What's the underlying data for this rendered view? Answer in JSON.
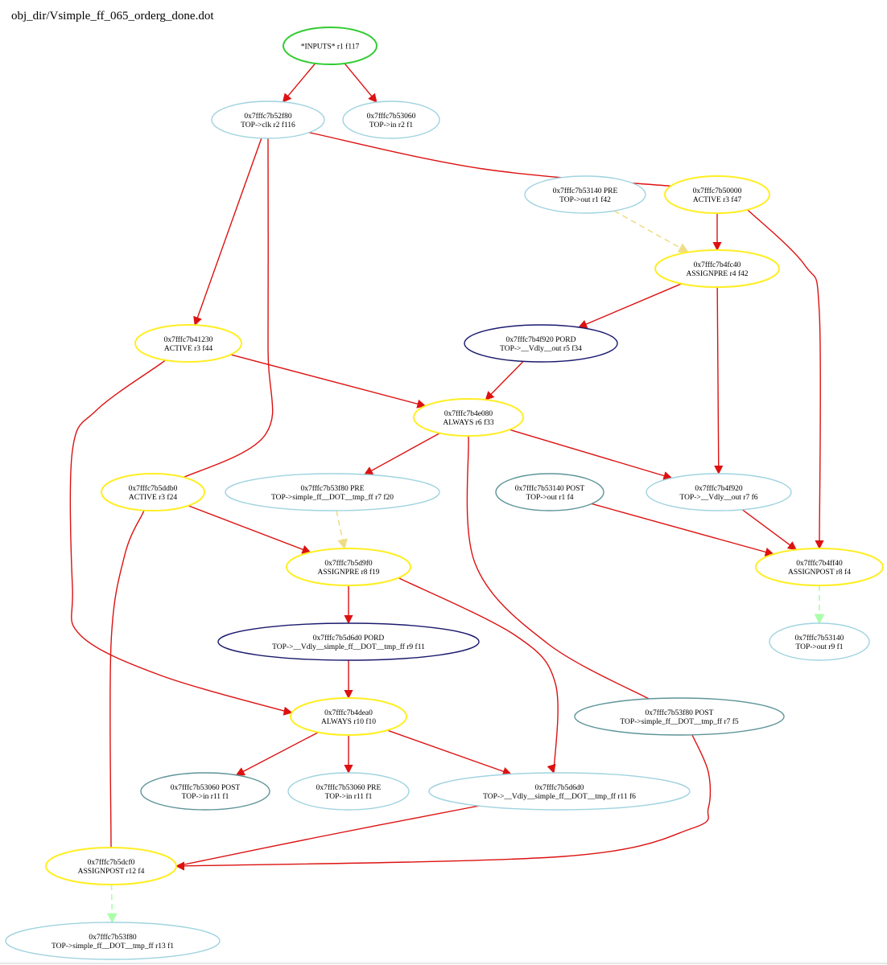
{
  "title": "obj_dir/Vsimple_ff_065_orderg_done.dot",
  "colors": {
    "green": "#33cc33",
    "yellow": "#ffee22",
    "lightblue": "#9fd3e0",
    "navy": "#1a1a6e",
    "teal": "#5d9499",
    "red": "#dd1111",
    "dashed_yellow": "#eedd88",
    "dashed_green": "#aaffaa"
  },
  "nodes": [
    {
      "id": "inputs",
      "color": "green",
      "lines": [
        "*INPUTS* r1 f117"
      ]
    },
    {
      "id": "clk",
      "color": "lightblue",
      "lines": [
        "0x7fffc7b52f80",
        "TOP->clk r2 f116"
      ]
    },
    {
      "id": "in",
      "color": "lightblue",
      "lines": [
        "0x7fffc7b53060",
        "TOP->in r2 f1"
      ]
    },
    {
      "id": "out_pre",
      "color": "lightblue",
      "lines": [
        "0x7fffc7b53140 PRE",
        "TOP->out r1 f42"
      ]
    },
    {
      "id": "active47",
      "color": "yellow",
      "lines": [
        "0x7fffc7b50000",
        "ACTIVE r3 f47"
      ]
    },
    {
      "id": "assignpre42",
      "color": "yellow",
      "lines": [
        "0x7fffc7b4fc40",
        "ASSIGNPRE r4 f42"
      ]
    },
    {
      "id": "active44",
      "color": "yellow",
      "lines": [
        "0x7fffc7b41230",
        "ACTIVE r3 f44"
      ]
    },
    {
      "id": "pord_vdly_out",
      "color": "navy",
      "lines": [
        "0x7fffc7b4f920 PORD",
        "TOP->__Vdly__out r5 f34"
      ]
    },
    {
      "id": "always33",
      "color": "yellow",
      "lines": [
        "0x7fffc7b4e080",
        "ALWAYS r6 f33"
      ]
    },
    {
      "id": "active24",
      "color": "yellow",
      "lines": [
        "0x7fffc7b5ddb0",
        "ACTIVE r3 f24"
      ]
    },
    {
      "id": "tmp_pre",
      "color": "lightblue",
      "lines": [
        "0x7fffc7b53f80 PRE",
        "TOP->simple_ff__DOT__tmp_ff r7 f20"
      ]
    },
    {
      "id": "out_post",
      "color": "teal",
      "lines": [
        "0x7fffc7b53140 POST",
        "TOP->out r1 f4"
      ]
    },
    {
      "id": "vdly_out",
      "color": "lightblue",
      "lines": [
        "0x7fffc7b4f920",
        "TOP->__Vdly__out r7 f6"
      ]
    },
    {
      "id": "assignpre19",
      "color": "yellow",
      "lines": [
        "0x7fffc7b5d9f0",
        "ASSIGNPRE r8 f19"
      ]
    },
    {
      "id": "assignpost8",
      "color": "yellow",
      "lines": [
        "0x7fffc7b4ff40",
        "ASSIGNPOST r8 f4"
      ]
    },
    {
      "id": "pord_vdly_tmp",
      "color": "navy",
      "lines": [
        "0x7fffc7b5d6d0 PORD",
        "TOP->__Vdly__simple_ff__DOT__tmp_ff r9 f11"
      ]
    },
    {
      "id": "out_final",
      "color": "lightblue",
      "lines": [
        "0x7fffc7b53140",
        "TOP->out r9 f1"
      ]
    },
    {
      "id": "always10",
      "color": "yellow",
      "lines": [
        "0x7fffc7b4dea0",
        "ALWAYS r10 f10"
      ]
    },
    {
      "id": "tmp_post",
      "color": "teal",
      "lines": [
        "0x7fffc7b53f80 POST",
        "TOP->simple_ff__DOT__tmp_ff r7 f5"
      ]
    },
    {
      "id": "in_post",
      "color": "teal",
      "lines": [
        "0x7fffc7b53060 POST",
        "TOP->in r11 f1"
      ]
    },
    {
      "id": "in_pre",
      "color": "lightblue",
      "lines": [
        "0x7fffc7b53060 PRE",
        "TOP->in r11 f1"
      ]
    },
    {
      "id": "vdly_tmp",
      "color": "lightblue",
      "lines": [
        "0x7fffc7b5d6d0",
        "TOP->__Vdly__simple_ff__DOT__tmp_ff r11 f6"
      ]
    },
    {
      "id": "assignpost12",
      "color": "yellow",
      "lines": [
        "0x7fffc7b5dcf0",
        "ASSIGNPOST r12 f4"
      ]
    },
    {
      "id": "tmp_final",
      "color": "lightblue",
      "lines": [
        "0x7fffc7b53f80",
        "TOP->simple_ff__DOT__tmp_ff r13 f1"
      ]
    }
  ],
  "edges": [
    {
      "from": "inputs",
      "to": "clk",
      "style": "solid",
      "color": "red"
    },
    {
      "from": "inputs",
      "to": "in",
      "style": "solid",
      "color": "red"
    },
    {
      "from": "clk",
      "to": "active47",
      "style": "solid",
      "color": "red"
    },
    {
      "from": "clk",
      "to": "active44",
      "style": "solid",
      "color": "red"
    },
    {
      "from": "clk",
      "to": "active24",
      "style": "solid",
      "color": "red"
    },
    {
      "from": "out_pre",
      "to": "assignpre42",
      "style": "dashed",
      "color": "dashed_yellow"
    },
    {
      "from": "active47",
      "to": "assignpre42",
      "style": "solid",
      "color": "red"
    },
    {
      "from": "active47",
      "to": "assignpost8",
      "style": "solid",
      "color": "red"
    },
    {
      "from": "assignpre42",
      "to": "pord_vdly_out",
      "style": "solid",
      "color": "red"
    },
    {
      "from": "assignpre42",
      "to": "vdly_out",
      "style": "solid",
      "color": "red"
    },
    {
      "from": "active44",
      "to": "always33",
      "style": "solid",
      "color": "red"
    },
    {
      "from": "active44",
      "to": "always10",
      "style": "solid",
      "color": "red"
    },
    {
      "from": "pord_vdly_out",
      "to": "always33",
      "style": "solid",
      "color": "red"
    },
    {
      "from": "always33",
      "to": "tmp_pre",
      "style": "solid",
      "color": "red"
    },
    {
      "from": "always33",
      "to": "vdly_out",
      "style": "solid",
      "color": "red"
    },
    {
      "from": "always33",
      "to": "tmp_post",
      "style": "solid",
      "color": "red"
    },
    {
      "from": "active24",
      "to": "assignpre19",
      "style": "solid",
      "color": "red"
    },
    {
      "from": "active24",
      "to": "assignpost12",
      "style": "solid",
      "color": "red"
    },
    {
      "from": "tmp_pre",
      "to": "assignpre19",
      "style": "dashed",
      "color": "dashed_yellow"
    },
    {
      "from": "out_post",
      "to": "assignpost8",
      "style": "solid",
      "color": "red"
    },
    {
      "from": "vdly_out",
      "to": "assignpost8",
      "style": "solid",
      "color": "red"
    },
    {
      "from": "assignpre19",
      "to": "pord_vdly_tmp",
      "style": "solid",
      "color": "red"
    },
    {
      "from": "assignpre19",
      "to": "vdly_tmp",
      "style": "solid",
      "color": "red"
    },
    {
      "from": "assignpost8",
      "to": "out_final",
      "style": "dashed",
      "color": "dashed_green"
    },
    {
      "from": "pord_vdly_tmp",
      "to": "always10",
      "style": "solid",
      "color": "red"
    },
    {
      "from": "always10",
      "to": "in_post",
      "style": "solid",
      "color": "red"
    },
    {
      "from": "always10",
      "to": "in_pre",
      "style": "solid",
      "color": "red"
    },
    {
      "from": "always10",
      "to": "vdly_tmp",
      "style": "solid",
      "color": "red"
    },
    {
      "from": "tmp_post",
      "to": "assignpost12",
      "style": "solid",
      "color": "red"
    },
    {
      "from": "vdly_tmp",
      "to": "assignpost12",
      "style": "solid",
      "color": "red"
    },
    {
      "from": "assignpost12",
      "to": "tmp_final",
      "style": "dashed",
      "color": "dashed_green"
    }
  ]
}
